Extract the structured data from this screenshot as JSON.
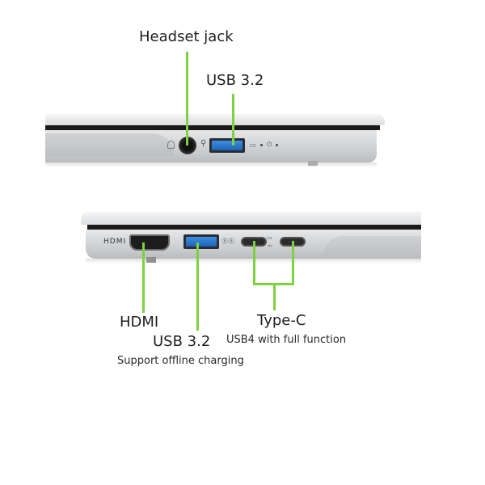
{
  "top_view": {
    "callouts": [
      {
        "id": "headset-jack",
        "label": "Headset jack"
      },
      {
        "id": "usb-a-top",
        "label": "USB 3.2"
      }
    ],
    "port_icons": {
      "headset": "headset-icon",
      "usb": "usb-icon",
      "battery": "battery-icon",
      "power": "power-icon"
    }
  },
  "bottom_view": {
    "callouts": [
      {
        "id": "hdmi",
        "label": "HDMI"
      },
      {
        "id": "usb-a-bottom",
        "label": "USB 3.2",
        "sublabel": "Support offline charging"
      },
      {
        "id": "type-c",
        "label": "Type-C",
        "sublabel": "USB4 with full function"
      }
    ],
    "port_marks": {
      "hdmi_text": "HDMI"
    }
  },
  "colors": {
    "callout_line": "#7ed13f",
    "usb_blue": "#2a7fd8",
    "chassis": "#d8dadc"
  }
}
